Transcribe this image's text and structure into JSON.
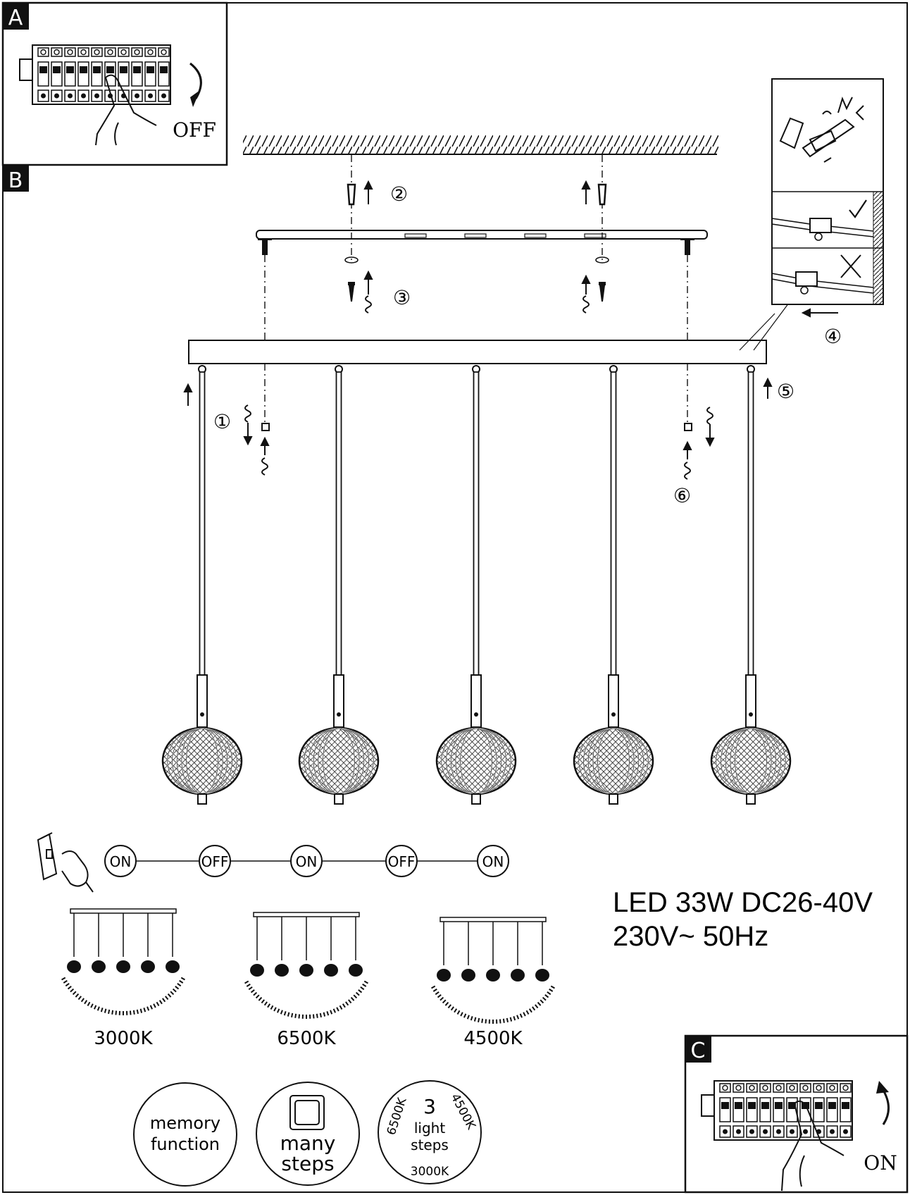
{
  "panels": {
    "a": {
      "label": "A",
      "state": "OFF"
    },
    "b": {
      "label": "B"
    },
    "c": {
      "label": "C",
      "state": "ON"
    }
  },
  "steps": [
    "①",
    "②",
    "③",
    "④",
    "⑤",
    "⑥"
  ],
  "switch_sequence": [
    "ON",
    "OFF",
    "ON",
    "OFF",
    "ON"
  ],
  "color_temps": [
    "3000K",
    "6500K",
    "4500K"
  ],
  "spec": {
    "line1": "LED 33W DC26-40V",
    "line2": "230V~ 50Hz"
  },
  "features": {
    "memory": {
      "line1": "memory",
      "line2": "function"
    },
    "many": {
      "line1": "many",
      "line2": "steps"
    },
    "light": {
      "num": "3",
      "line1": "light",
      "line2": "steps",
      "t1": "6500K",
      "t2": "4500K",
      "t3": "3000K"
    }
  },
  "icons": [
    "breaker-icon",
    "hand-icon",
    "wall-switch-icon",
    "check-icon",
    "cross-icon",
    "arrow-icon",
    "screw-icon",
    "anchor-icon"
  ]
}
